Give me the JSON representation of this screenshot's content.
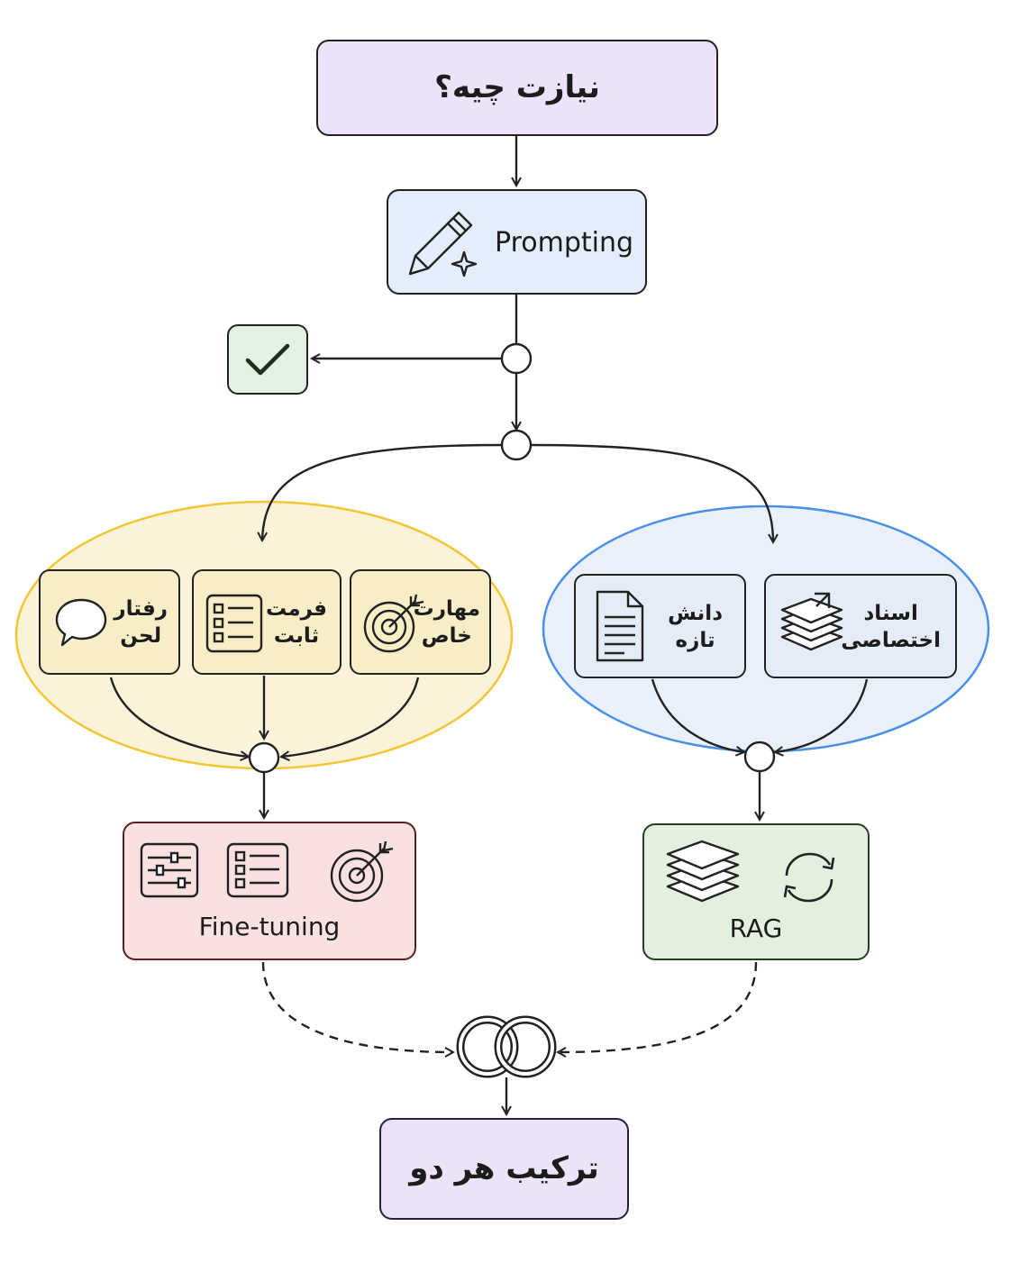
{
  "nodes": {
    "start": {
      "label": "نیازت چیه؟"
    },
    "prompting": {
      "label": "Prompting",
      "icon": "pencil-sparkle-icon"
    },
    "success": {
      "icon": "checkmark-icon"
    },
    "fine_tuning_group": {
      "cards": [
        {
          "line1": "رفتار",
          "line2": "لحن",
          "icon": "speech-bubble-icon"
        },
        {
          "line1": "فرمت",
          "line2": "ثابت",
          "icon": "checklist-icon"
        },
        {
          "line1": "مهارت",
          "line2": "خاص",
          "icon": "target-icon"
        }
      ]
    },
    "rag_group": {
      "cards": [
        {
          "line1": "دانش",
          "line2": "تازه",
          "icon": "document-icon"
        },
        {
          "line1": "اسناد",
          "line2": "اختصاصی",
          "icon": "document-stack-icon"
        }
      ]
    },
    "fine_tuning": {
      "label": "Fine-tuning",
      "icons": [
        "sliders-icon",
        "checklist-icon",
        "target-icon"
      ]
    },
    "rag": {
      "label": "RAG",
      "icons": [
        "layers-icon",
        "refresh-icon"
      ]
    },
    "combine": {
      "label": "ترکیب هر دو",
      "icon": "interlocking-rings-icon"
    }
  },
  "colors": {
    "start": "#ece3f8",
    "prompting": "#e4eefa",
    "success": "#e2f1e1",
    "yellow_group": "#fbf3d9",
    "yellow_border": "#f2c634",
    "blue_group": "#e9f0fa",
    "blue_border": "#4a8fe6",
    "fine_tuning": "#f9e1e2",
    "rag": "#e2f0dd",
    "combine": "#ebe3f7"
  }
}
